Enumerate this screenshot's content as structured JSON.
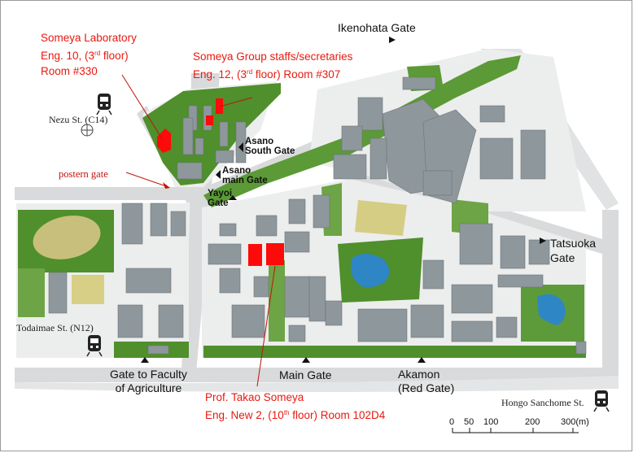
{
  "labels": {
    "lab": {
      "line1": "Someya Laboratory",
      "line2_pre": "Eng. 10, (3",
      "line2_sup": "rd",
      "line2_post": " floor)",
      "line3": "Room #330"
    },
    "staff": {
      "line1": "Someya Group staffs/secretaries",
      "line2_pre": "Eng. 12, (3",
      "line2_sup": "rd",
      "line2_post": " floor) Room #307"
    },
    "prof": {
      "line1": "Prof. Takao Someya",
      "line2_pre": "Eng. New 2, (10",
      "line2_sup": "th",
      "line2_post": " floor) Room 102D4"
    },
    "postern_gate": "postern gate",
    "ikenohata_gate": "Ikenohata Gate",
    "asano_south_gate": [
      "Asano",
      "South Gate"
    ],
    "asano_main_gate": [
      "Asano",
      "main Gate"
    ],
    "yayoi_gate": [
      "Yayoi",
      "Gate"
    ],
    "tatsuoka_gate": [
      "Tatsuoka",
      "Gate"
    ],
    "agriculture_gate": [
      "Gate to Faculty",
      "of Agriculture"
    ],
    "main_gate": "Main Gate",
    "akamon_gate": [
      "Akamon",
      "(Red Gate)"
    ],
    "nezu_station": "Nezu St. (C14)",
    "todaimae_station": "Todaimae St. (N12)",
    "hongo_station": "Hongo Sanchome St."
  },
  "scale_bar": {
    "ticks": [
      "0",
      "50",
      "100",
      "200",
      "300(m)"
    ]
  },
  "colors": {
    "building": "#8e979c",
    "green": "#4a8a2a",
    "highlight": "#ff0a0a",
    "annotation": "#e8190f",
    "road": "#d9dadc"
  },
  "icons": [
    "subway-train-icon",
    "metro-station-symbol-icon",
    "gate-marker-icon"
  ]
}
